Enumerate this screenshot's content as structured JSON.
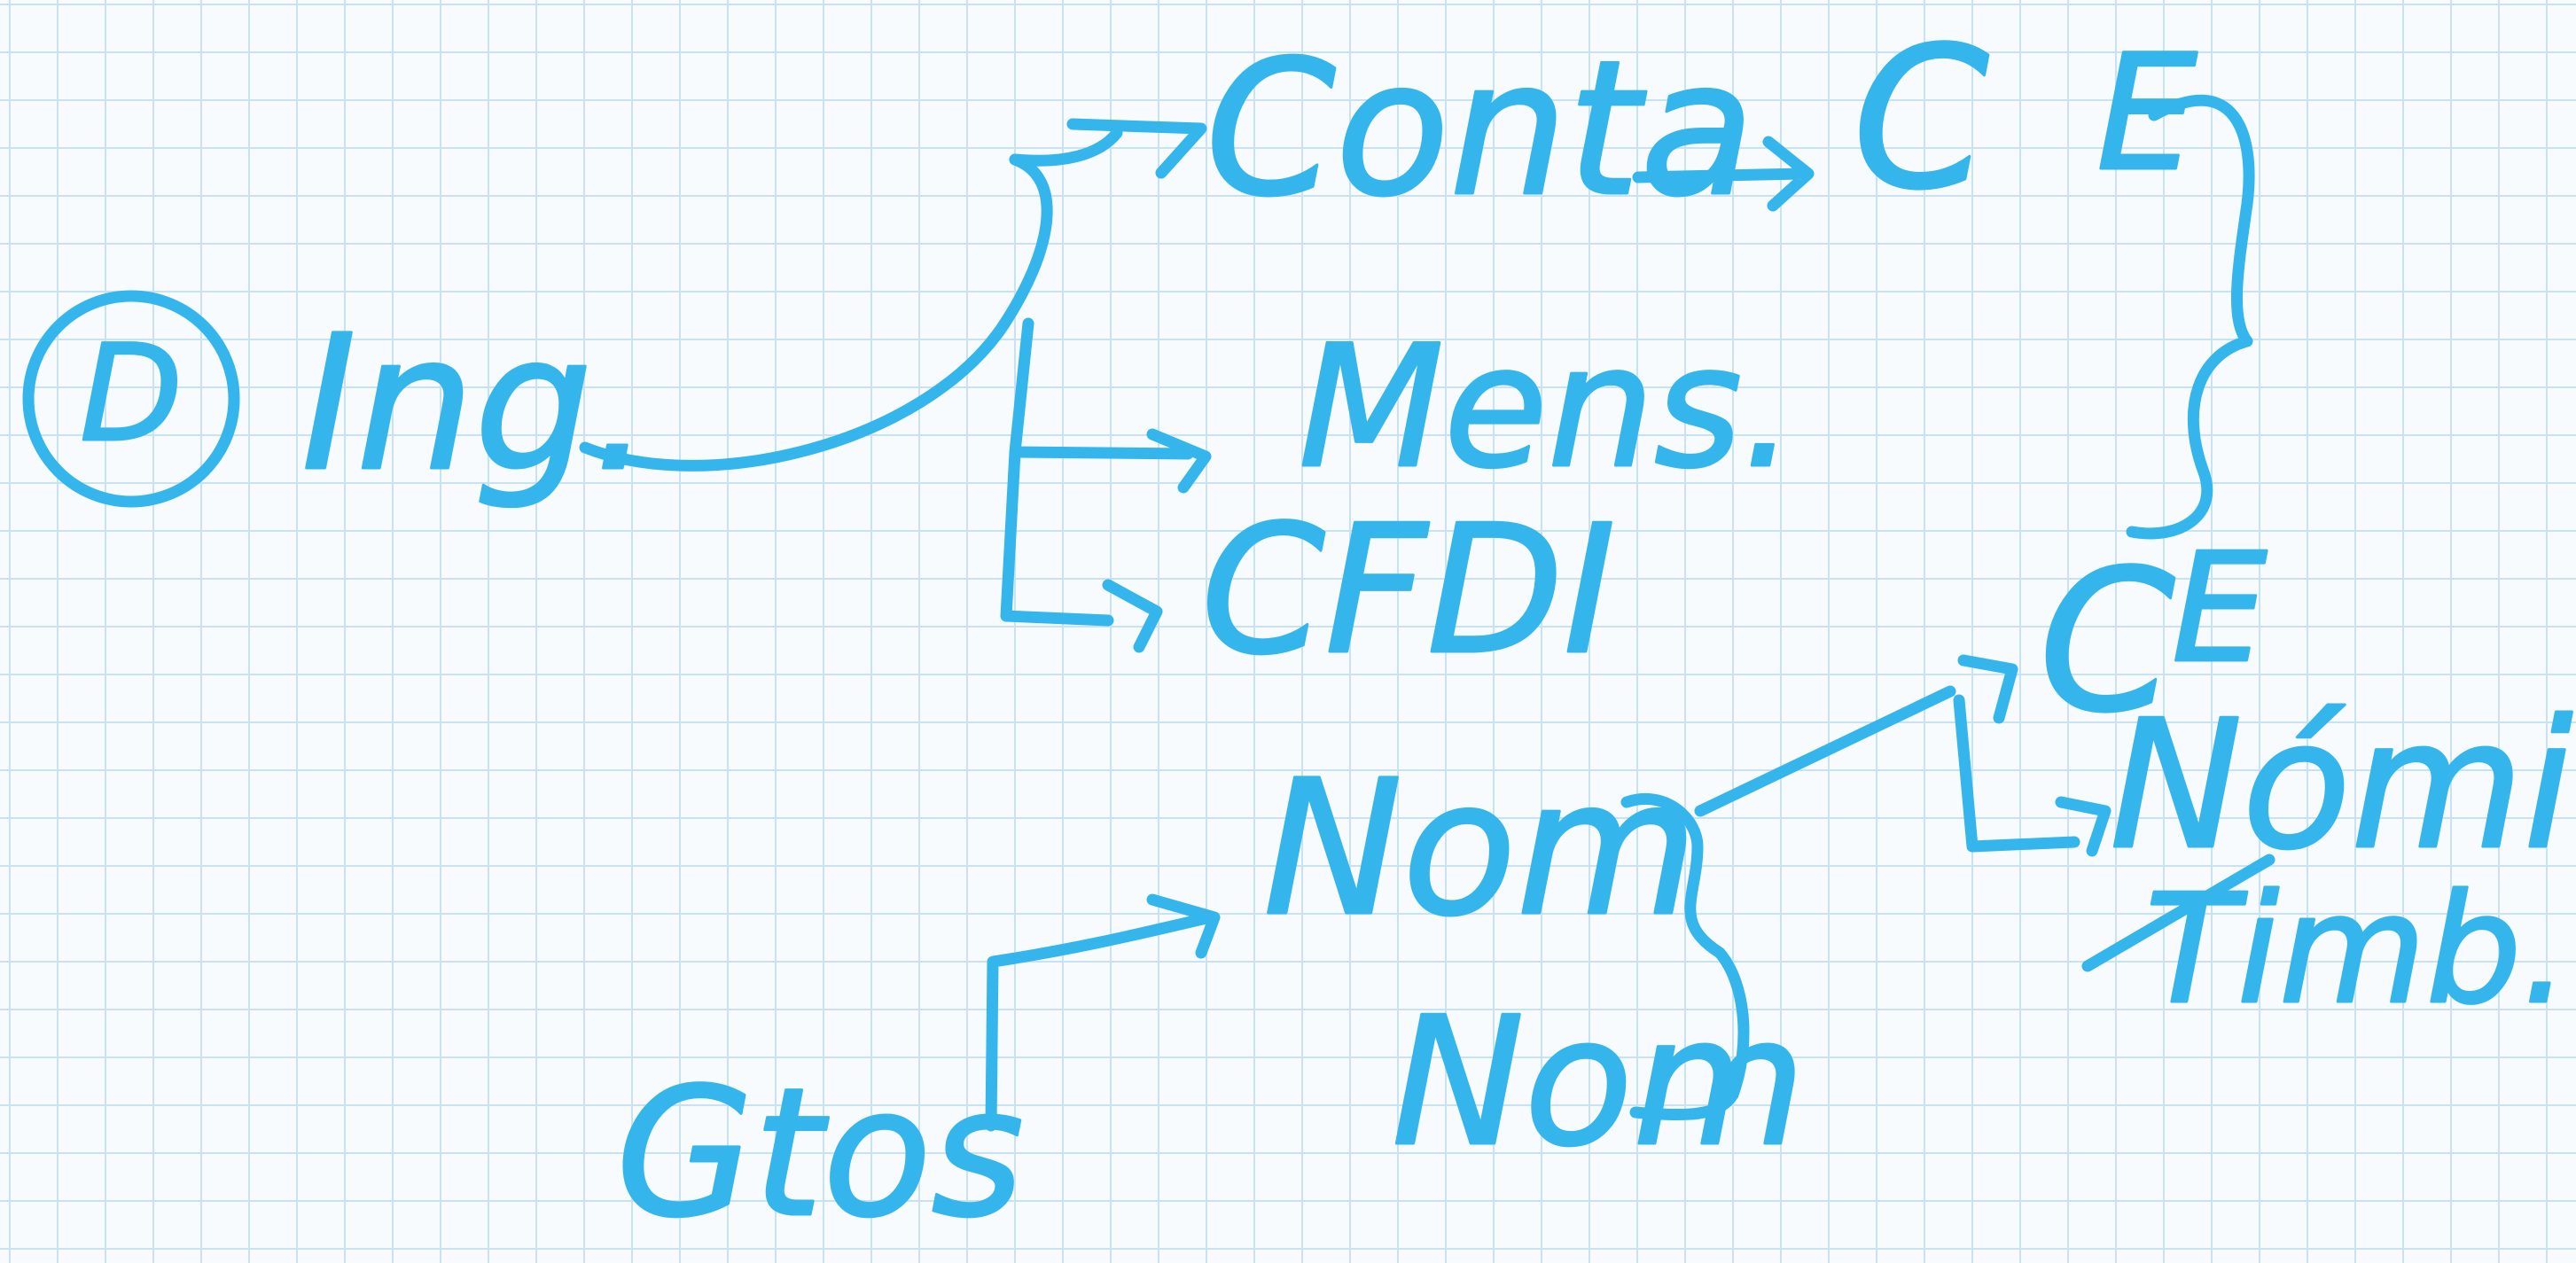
{
  "colors": {
    "paper": "#f7fbfe",
    "grid": "#c9e2f2",
    "ink": "#34b6ec"
  },
  "nodes": {
    "marker": "D",
    "ing": "Ing.",
    "conta": "Conta",
    "ce_top_c": "C",
    "ce_top_e": "E",
    "mens": "Mens.",
    "cfdi": "CFDI",
    "ce_mid_c": "C",
    "ce_mid_e": "E",
    "nomina": "Nómina",
    "timb": "Timb.",
    "nom": "Nom",
    "nom2": "Nom",
    "gtos": "Gtos"
  }
}
